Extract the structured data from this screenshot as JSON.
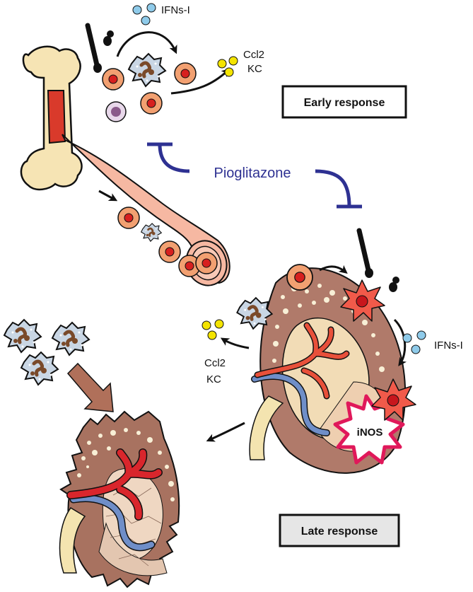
{
  "labels": {
    "ifns_top": "IFNs-I",
    "ccl2_top": "Ccl2",
    "kc_top": "KC",
    "ifns_right": "IFNs-I",
    "ccl2_mid": "Ccl2",
    "kc_mid": "KC",
    "inos": "iNOS",
    "drug": "Pioglitazone"
  },
  "boxes": {
    "early": "Early response",
    "late": "Late response"
  },
  "colors": {
    "inhibitor": "#2e3192",
    "kidney_cortex": "#b07a6a",
    "kidney_medulla": "#f2dcb6",
    "artery": "#d9262c",
    "vein": "#6f8ec8",
    "ureter": "#f4e4b0",
    "monocyte": "#f2a071",
    "nucleus": "#d7201f",
    "macrophage": "#c9d6e4",
    "chemokine": "#f4e400",
    "ifn": "#8fcbea",
    "vessel": "#f6b8a2",
    "bone": "#f6e4b4",
    "marrow": "#d93a2b",
    "dendritic": "#f15a4a",
    "inos_star": "#e0185a"
  }
}
